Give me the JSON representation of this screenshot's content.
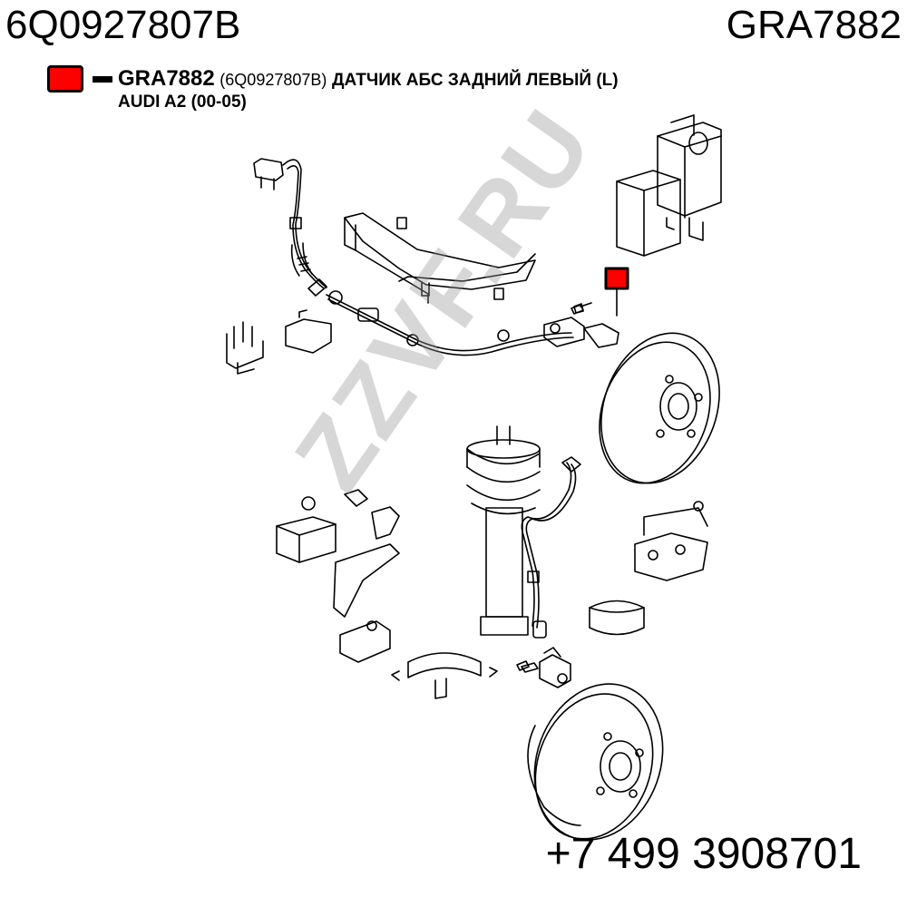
{
  "header": {
    "oem_number": "6Q0927807B",
    "part_code": "GRA7882"
  },
  "legend": {
    "part_code": "GRA7882",
    "oem_number": "(6Q0927807B)",
    "description": "ДАТЧИК АБС ЗАДНИЙ ЛЕВЫЙ (L)",
    "vehicle": "AUDI A2 (00-05)",
    "marker_color": "#ff0000"
  },
  "watermark": "ZZVF.RU",
  "phone": "+7 499 3908701",
  "diagram_icons": [
    "abs-sensor-icon",
    "brake-disc-icon",
    "shock-absorber-icon",
    "abs-unit-icon",
    "bracket-icon",
    "cable-icon",
    "bolt-icon",
    "clamp-icon",
    "nut-icon",
    "rubber-cap-icon"
  ]
}
